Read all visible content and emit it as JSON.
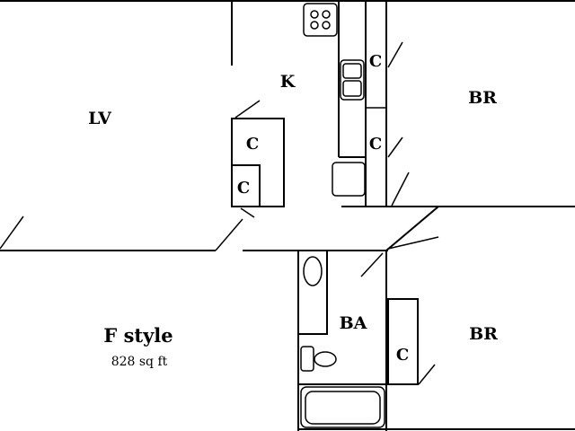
{
  "plan": {
    "title": "F style",
    "area": "828 sq ft",
    "rooms": {
      "living": "LV",
      "kitchen": "K",
      "bedroom_top": "BR",
      "bedroom_bottom": "BR",
      "bath": "BA"
    },
    "closets": {
      "kitchen_upper": "C",
      "kitchen_lower": "C",
      "lv_large": "C",
      "lv_small": "C",
      "bath": "C"
    }
  }
}
